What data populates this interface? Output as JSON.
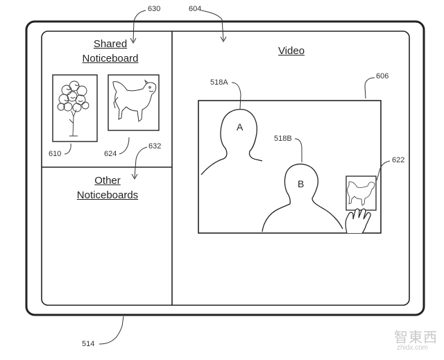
{
  "panels": {
    "shared": {
      "title_line1": "Shared",
      "title_line2": "Noticeboard"
    },
    "other": {
      "title_line1": "Other",
      "title_line2": "Noticeboards"
    },
    "video": {
      "title": "Video",
      "person_a": "A",
      "person_b": "B"
    }
  },
  "reference_numerals": {
    "device": "514",
    "shared_noticeboard": "630",
    "video_area": "604",
    "video_window": "606",
    "tree_picture": "610",
    "dog_picture": "624",
    "other_noticeboards": "632",
    "person_a": "518A",
    "person_b": "518B",
    "held_picture": "622"
  },
  "watermark": {
    "logo_text": "智東西",
    "url_text": "zhidx.com"
  },
  "icons": {
    "tree": "tree-icon",
    "dog": "dog-icon",
    "person_a": "person-silhouette-icon",
    "person_b": "person-silhouette-icon",
    "hand": "hand-icon"
  },
  "colors": {
    "line": "#222222",
    "background": "#ffffff",
    "watermark": "#c8c8c8"
  }
}
